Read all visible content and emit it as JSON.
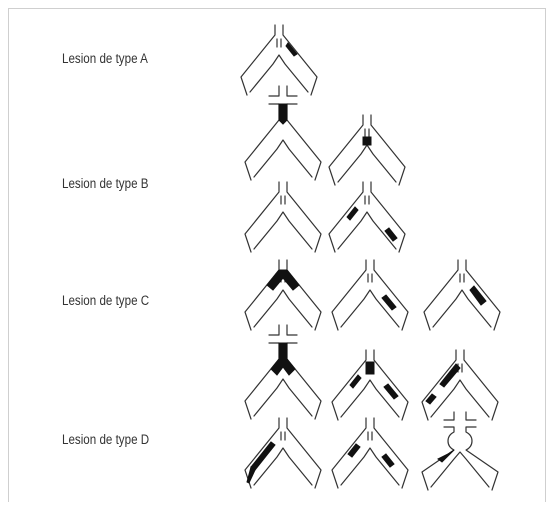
{
  "labels": {
    "a": "Lesion de type A",
    "b": "Lesion de type B",
    "c": "Lesion de type C",
    "d": "Lesion de type D"
  },
  "colors": {
    "vessel": "#333333",
    "lesion": "#111111",
    "text": "#333333",
    "frame": "#cfcfcf"
  }
}
